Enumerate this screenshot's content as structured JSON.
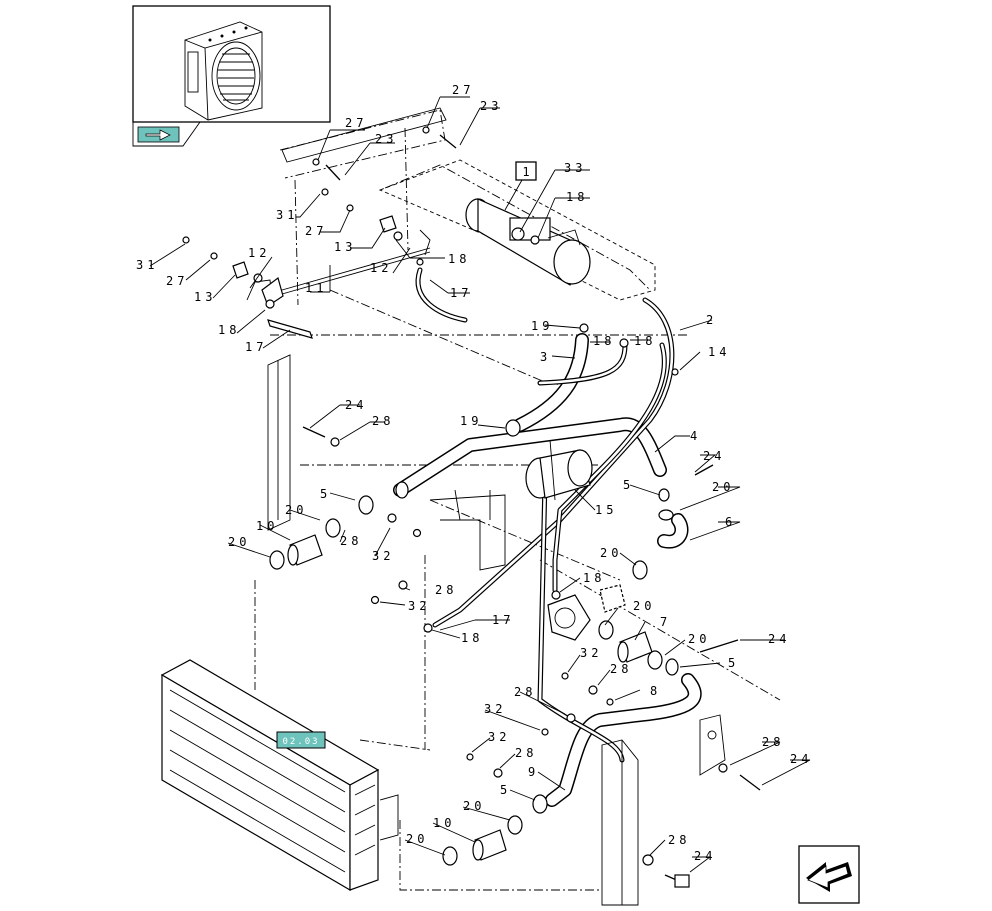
{
  "diagram": {
    "thumbnail": {
      "caption": ""
    },
    "reference_tag": "02.03",
    "item_box_number": "1",
    "callouts": [
      {
        "id": "c-27a",
        "text": "27"
      },
      {
        "id": "c-23a",
        "text": "23"
      },
      {
        "id": "c-27b",
        "text": "27"
      },
      {
        "id": "c-23b",
        "text": "23"
      },
      {
        "id": "c-33",
        "text": "33"
      },
      {
        "id": "c-18a",
        "text": "18"
      },
      {
        "id": "c-31a",
        "text": "31"
      },
      {
        "id": "c-27c",
        "text": "27"
      },
      {
        "id": "c-13a",
        "text": "13"
      },
      {
        "id": "c-12a",
        "text": "12"
      },
      {
        "id": "c-18b",
        "text": "18"
      },
      {
        "id": "c-31b",
        "text": "31"
      },
      {
        "id": "c-27d",
        "text": "27"
      },
      {
        "id": "c-12b",
        "text": "12"
      },
      {
        "id": "c-13b",
        "text": "13"
      },
      {
        "id": "c-11",
        "text": "11"
      },
      {
        "id": "c-17a",
        "text": "17"
      },
      {
        "id": "c-2",
        "text": "2"
      },
      {
        "id": "c-19a",
        "text": "19"
      },
      {
        "id": "c-18c",
        "text": "18"
      },
      {
        "id": "c-18d",
        "text": "18"
      },
      {
        "id": "c-14",
        "text": "14"
      },
      {
        "id": "c-18e",
        "text": "18"
      },
      {
        "id": "c-17b",
        "text": "17"
      },
      {
        "id": "c-3",
        "text": "3"
      },
      {
        "id": "c-24a",
        "text": "24"
      },
      {
        "id": "c-28a",
        "text": "28"
      },
      {
        "id": "c-19b",
        "text": "19"
      },
      {
        "id": "c-4",
        "text": "4"
      },
      {
        "id": "c-24b",
        "text": "24"
      },
      {
        "id": "c-5a",
        "text": "5"
      },
      {
        "id": "c-20a",
        "text": "20"
      },
      {
        "id": "c-15",
        "text": "15"
      },
      {
        "id": "c-5b",
        "text": "5"
      },
      {
        "id": "c-10a",
        "text": "10"
      },
      {
        "id": "c-20b",
        "text": "20"
      },
      {
        "id": "c-28b",
        "text": "28"
      },
      {
        "id": "c-20c",
        "text": "20"
      },
      {
        "id": "c-32a",
        "text": "32"
      },
      {
        "id": "c-6",
        "text": "6"
      },
      {
        "id": "c-20d",
        "text": "20"
      },
      {
        "id": "c-18f",
        "text": "18"
      },
      {
        "id": "c-28c",
        "text": "28"
      },
      {
        "id": "c-32b",
        "text": "32"
      },
      {
        "id": "c-20e",
        "text": "20"
      },
      {
        "id": "c-17c",
        "text": "17"
      },
      {
        "id": "c-18g",
        "text": "18"
      },
      {
        "id": "c-7",
        "text": "7"
      },
      {
        "id": "c-20f",
        "text": "20"
      },
      {
        "id": "c-24c",
        "text": "24"
      },
      {
        "id": "c-32c",
        "text": "32"
      },
      {
        "id": "c-28d",
        "text": "28"
      },
      {
        "id": "c-5c",
        "text": "5"
      },
      {
        "id": "c-8",
        "text": "8"
      },
      {
        "id": "c-28e",
        "text": "28"
      },
      {
        "id": "c-32d",
        "text": "32"
      },
      {
        "id": "c-32e",
        "text": "32"
      },
      {
        "id": "c-28f",
        "text": "28"
      },
      {
        "id": "c-28g",
        "text": "28"
      },
      {
        "id": "c-24d",
        "text": "24"
      },
      {
        "id": "c-9",
        "text": "9"
      },
      {
        "id": "c-5d",
        "text": "5"
      },
      {
        "id": "c-20g",
        "text": "20"
      },
      {
        "id": "c-10b",
        "text": "10"
      },
      {
        "id": "c-20h",
        "text": "20"
      },
      {
        "id": "c-28h",
        "text": "28"
      },
      {
        "id": "c-24e",
        "text": "24"
      }
    ],
    "colors": {
      "line": "#000000",
      "accent": "#6fc3bd",
      "background": "#ffffff"
    },
    "icons": [
      "navigate-previous-icon",
      "navigate-next-icon"
    ]
  }
}
